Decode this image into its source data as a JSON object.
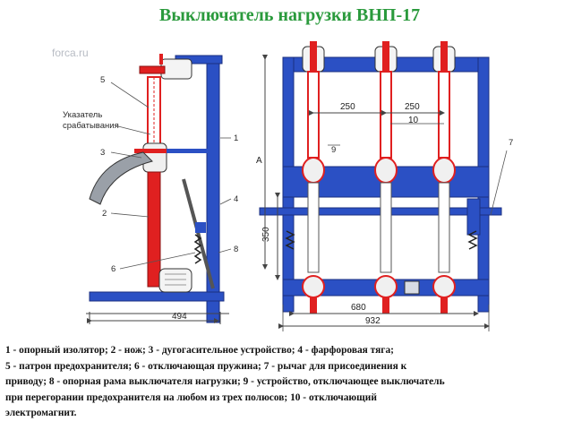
{
  "title": "Выключатель нагрузки ВНП-17",
  "watermark": "forca.ru",
  "side_view": {
    "callouts": [
      "5",
      "Указатель",
      "срабатывания",
      "3",
      "1",
      "2",
      "4",
      "6",
      "8"
    ],
    "dimension_width": "494"
  },
  "front_view": {
    "callouts": [
      "9",
      "7"
    ],
    "dimension_pitch": "250",
    "dimension_pitch_right": "250",
    "dimension_offset": "10",
    "dimension_height": "A",
    "dimension_lower": "350",
    "dimension_inner": "680",
    "dimension_overall": "932"
  },
  "colors": {
    "frame_blue": "#2b50c4",
    "insulator_red": "#e02020",
    "title_green": "#2a9a3c",
    "arc_chute_gray": "#9aa0a8",
    "outline": "#333333"
  },
  "legend": {
    "line1": "1 -  опорный изолятор; 2  -  нож; 3  -  дугогасительное устройство; 4  -  фарфоровая тяга;",
    "line2": "5  -  патрон предохранителя; 6  -  отключающая пружина; 7  -  рычаг для присоединения к",
    "line3": "приводу; 8  -  опорная рама выключателя нагрузки; 9  -  устройство, отключающее выключатель",
    "line4": "при перегорании предохранителя на любом из трех полюсов; 10  -  отключающий",
    "line5": "электромагнит."
  }
}
